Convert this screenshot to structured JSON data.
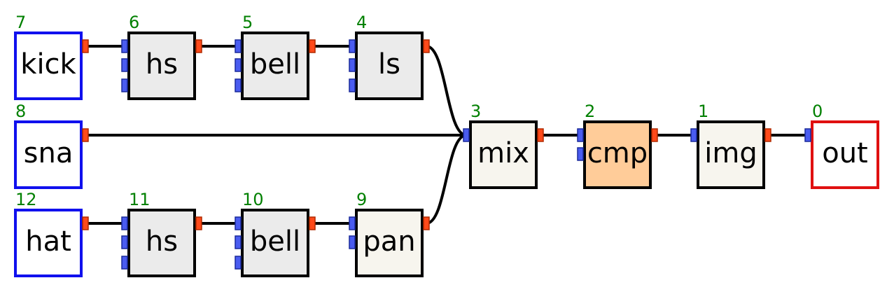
{
  "colors": {
    "source_border": "#1010ee",
    "sink_border": "#e01010",
    "processor_border": "#000000",
    "filter_fill": "#ebebeb",
    "mix_fill": "#f7f5ee",
    "compressor_fill": "#ffcc99",
    "source_fill": "#ffffff",
    "index_text": "#008000",
    "input_port": "#4a5cf0",
    "output_port": "#ff4a1a"
  },
  "nodes": [
    {
      "id": "kick",
      "label": "kick",
      "index": "7",
      "kind": "source"
    },
    {
      "id": "hs-1",
      "label": "hs",
      "index": "6",
      "kind": "filter"
    },
    {
      "id": "bell-1",
      "label": "bell",
      "index": "5",
      "kind": "filter"
    },
    {
      "id": "ls",
      "label": "ls",
      "index": "4",
      "kind": "filter"
    },
    {
      "id": "sna",
      "label": "sna",
      "index": "8",
      "kind": "source"
    },
    {
      "id": "hat",
      "label": "hat",
      "index": "12",
      "kind": "source"
    },
    {
      "id": "hs-2",
      "label": "hs",
      "index": "11",
      "kind": "filter"
    },
    {
      "id": "bell-2",
      "label": "bell",
      "index": "10",
      "kind": "filter"
    },
    {
      "id": "pan",
      "label": "pan",
      "index": "9",
      "kind": "mix"
    },
    {
      "id": "mix",
      "label": "mix",
      "index": "3",
      "kind": "mix"
    },
    {
      "id": "cmp",
      "label": "cmp",
      "index": "2",
      "kind": "compressor"
    },
    {
      "id": "img",
      "label": "img",
      "index": "1",
      "kind": "mix"
    },
    {
      "id": "out",
      "label": "out",
      "index": "0",
      "kind": "sink"
    }
  ],
  "connections": [
    {
      "from": "kick",
      "to": "hs-1"
    },
    {
      "from": "hs-1",
      "to": "bell-1"
    },
    {
      "from": "bell-1",
      "to": "ls"
    },
    {
      "from": "ls",
      "to": "mix"
    },
    {
      "from": "sna",
      "to": "mix"
    },
    {
      "from": "hat",
      "to": "hs-2"
    },
    {
      "from": "hs-2",
      "to": "bell-2"
    },
    {
      "from": "bell-2",
      "to": "pan"
    },
    {
      "from": "pan",
      "to": "mix"
    },
    {
      "from": "mix",
      "to": "cmp"
    },
    {
      "from": "cmp",
      "to": "img"
    },
    {
      "from": "img",
      "to": "out"
    }
  ]
}
